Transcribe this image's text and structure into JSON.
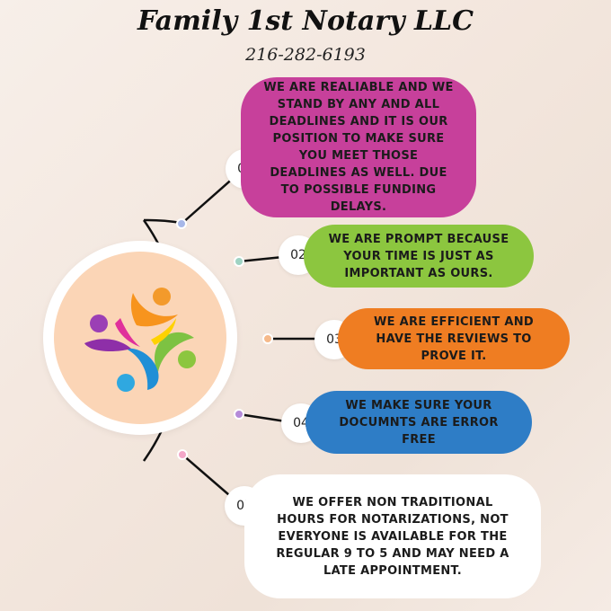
{
  "header": {
    "title": "Family 1st Notary LLC",
    "phone": "216-282-6193"
  },
  "items": [
    {
      "number": "01",
      "text": "WE ARE REALIABLE AND WE STAND BY ANY AND ALL DEADLINES AND IT IS OUR POSITION TO MAKE SURE YOU MEET THOSE DEADLINES AS WELL. DUE TO POSSIBLE FUNDING DELAYS.",
      "color": "#c7409b"
    },
    {
      "number": "02",
      "text": "WE ARE PROMPT BECAUSE YOUR TIME IS JUST AS IMPORTANT AS OURS.",
      "color": "#8cc63f"
    },
    {
      "number": "03",
      "text": "WE ARE EFFICIENT AND HAVE THE REVIEWS TO PROVE IT.",
      "color": "#ef7d22"
    },
    {
      "number": "04",
      "text": "WE MAKE SURE YOUR DOCUMNTS ARE ERROR FREE",
      "color": "#2e7dc6"
    },
    {
      "number": "05",
      "text": "WE OFFER NON TRADITIONAL HOURS FOR NOTARIZATIONS, NOT EVERYONE IS AVAILABLE FOR THE REGULAR 9 TO 5 AND MAY NEED A LATE APPOINTMENT.",
      "color": "#ffffff"
    }
  ],
  "logo": {
    "icon": "community-people-icon"
  }
}
